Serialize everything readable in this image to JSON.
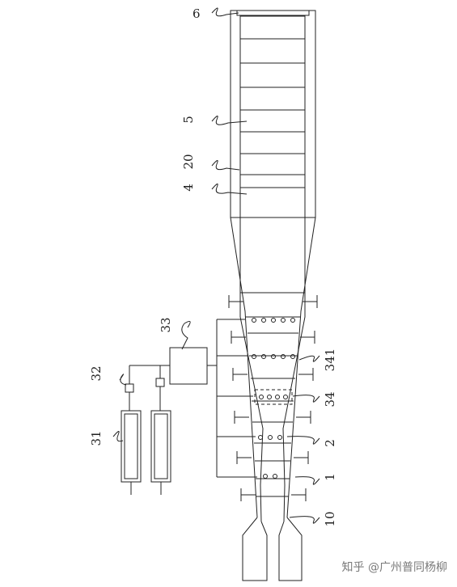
{
  "labels": {
    "l6": "6",
    "l5": "5",
    "l20": "20",
    "l4": "4",
    "l33": "33",
    "l32": "32",
    "l31": "31",
    "l341": "341",
    "l34": "34",
    "l2": "2",
    "l1": "1",
    "l10": "10"
  },
  "watermark": "知乎 @广州普同杨柳",
  "colors": {
    "line": "#222222",
    "watermark": "#7a7a7a"
  }
}
